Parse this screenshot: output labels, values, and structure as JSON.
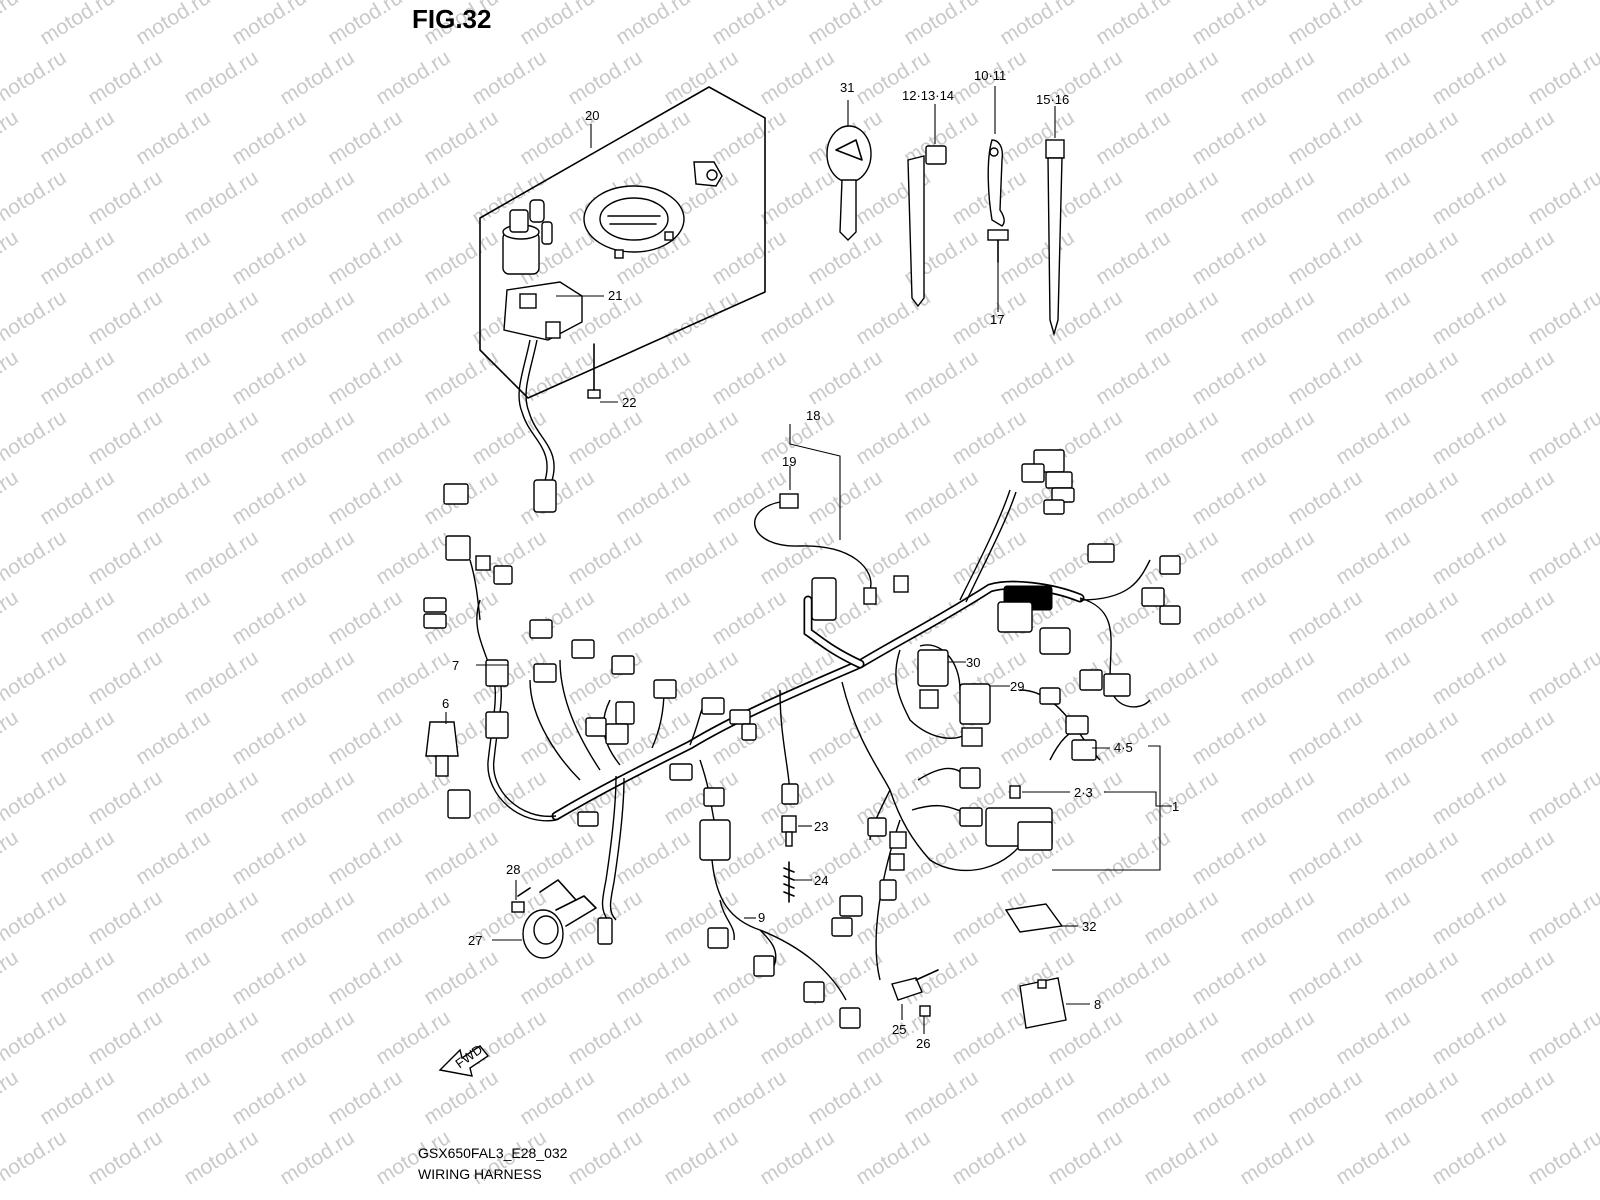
{
  "figure": {
    "title": "FIG.32",
    "model_code": "GSX650FAL3_E28_032",
    "caption": "WIRING HARNESS",
    "watermark": "motod.ru",
    "direction_mark": "FWD"
  },
  "callouts": [
    {
      "id": "c20",
      "text": "20"
    },
    {
      "id": "c21",
      "text": "21"
    },
    {
      "id": "c22",
      "text": "22"
    },
    {
      "id": "c31",
      "text": "31"
    },
    {
      "id": "c12",
      "text": "12·13·14"
    },
    {
      "id": "c10",
      "text": "10·11"
    },
    {
      "id": "c15",
      "text": "15·16"
    },
    {
      "id": "c17",
      "text": "17"
    },
    {
      "id": "c18",
      "text": "18"
    },
    {
      "id": "c19",
      "text": "19"
    },
    {
      "id": "c7",
      "text": "7"
    },
    {
      "id": "c6",
      "text": "6"
    },
    {
      "id": "c30",
      "text": "30"
    },
    {
      "id": "c29",
      "text": "29"
    },
    {
      "id": "c45",
      "text": "4·5"
    },
    {
      "id": "c23x",
      "text": "2·3"
    },
    {
      "id": "c1",
      "text": "1"
    },
    {
      "id": "c23",
      "text": "23"
    },
    {
      "id": "c24",
      "text": "24"
    },
    {
      "id": "c9",
      "text": "9"
    },
    {
      "id": "c28",
      "text": "28"
    },
    {
      "id": "c27",
      "text": "27"
    },
    {
      "id": "c32",
      "text": "32"
    },
    {
      "id": "c8",
      "text": "8"
    },
    {
      "id": "c25",
      "text": "25"
    },
    {
      "id": "c26",
      "text": "26"
    }
  ]
}
